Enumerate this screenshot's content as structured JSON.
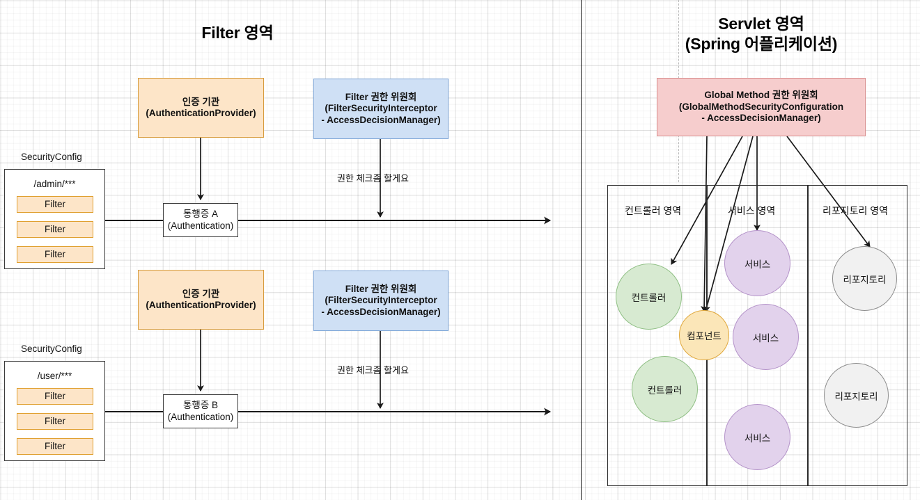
{
  "panels": {
    "filter": {
      "title": "Filter 영역"
    },
    "servlet": {
      "title_line1": "Servlet 영역",
      "title_line2": "(Spring 어플리케이션)"
    }
  },
  "colors": {
    "orange_fill": "#fde5c8",
    "orange_border": "#d79b3c",
    "blue_fill": "#cfe0f5",
    "blue_border": "#7ea6d8",
    "red_fill": "#f6cdcd",
    "red_border": "#d98f8f",
    "green_fill": "#d7ead1",
    "green_border": "#8fbf84",
    "purple_fill": "#e2d2ec",
    "purple_border": "#b493c9",
    "yellow_fill": "#fbe6b8",
    "yellow_border": "#e0a83c",
    "gray_fill": "#f1f1f1",
    "gray_border": "#8d8d8d",
    "stroke": "#1a1a1a"
  },
  "security_configs": [
    {
      "caption": "SecurityConfig",
      "pattern": "/admin/***",
      "filters": [
        "Filter",
        "Filter",
        "Filter"
      ]
    },
    {
      "caption": "SecurityConfig",
      "pattern": "/user/***",
      "filters": [
        "Filter",
        "Filter",
        "Filter"
      ]
    }
  ],
  "auth_providers": [
    {
      "line1": "인증 기관",
      "line2": "(AuthenticationProvider)"
    },
    {
      "line1": "인증 기관",
      "line2": "(AuthenticationProvider)"
    }
  ],
  "filter_committees": [
    {
      "line1": "Filter 권한 위원회",
      "line2": "(FilterSecurityInterceptor",
      "line3": "- AccessDecisionManager)"
    },
    {
      "line1": "Filter 권한 위원회",
      "line2": "(FilterSecurityInterceptor",
      "line3": "- AccessDecisionManager)"
    }
  ],
  "tokens": [
    {
      "line1": "통행증 A",
      "line2": "(Authentication)"
    },
    {
      "line1": "통행증 B",
      "line2": "(Authentication)"
    }
  ],
  "edge_labels": {
    "permission_check_1": "권한 체크좀 할게요",
    "permission_check_2": "권한 체크좀 할게요"
  },
  "global_method_committee": {
    "line1": "Global Method 권한 위원회",
    "line2": "(GlobalMethodSecurityConfiguration",
    "line3": "- AccessDecisionManager)"
  },
  "lanes": [
    {
      "title": "컨트롤러 영역",
      "nodes": [
        {
          "label": "컨트롤러",
          "kind": "controller"
        },
        {
          "label": "컨트롤러",
          "kind": "controller"
        }
      ]
    },
    {
      "title": "서비스 영역",
      "nodes": [
        {
          "label": "서비스",
          "kind": "service"
        },
        {
          "label": "서비스",
          "kind": "service"
        },
        {
          "label": "서비스",
          "kind": "service"
        }
      ]
    },
    {
      "title": "리포지토리 영역",
      "nodes": [
        {
          "label": "리포지토리",
          "kind": "repository"
        },
        {
          "label": "리포지토리",
          "kind": "repository"
        }
      ]
    }
  ],
  "component_node": {
    "label": "컴포넌트",
    "kind": "component"
  }
}
